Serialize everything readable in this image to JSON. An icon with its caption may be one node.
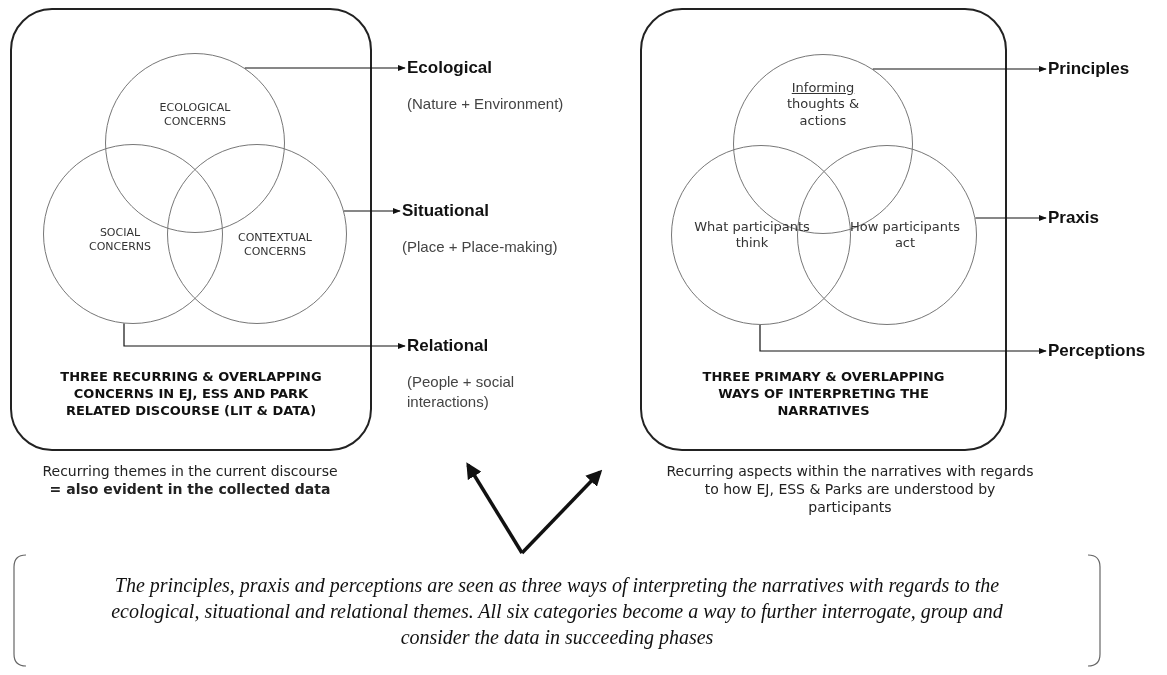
{
  "diagram": {
    "nodes": [
      {
        "text": [
          "THREE RECURRING & OVERLAPPING CONCERNS IN EJ, ESS AND PARK RELATED DISCOURSE (LIT & DATA)"
        ]
      },
      {
        "text": [
          "ECOLOGICAL CONCERNS"
        ],
        "in": 0
      },
      {
        "text": [
          "SOCIAL CONCERNS"
        ],
        "in": 0
      },
      {
        "text": [
          "CONTEXTUAL CONCERNS"
        ],
        "in": 0
      },
      {
        "text": [
          "Ecological",
          "(Nature + Environment)"
        ]
      },
      {
        "text": [
          "Situational",
          "(Place + Place-making)"
        ]
      },
      {
        "text": [
          "Relational",
          "(People + social interactions)"
        ]
      },
      {
        "text": [
          "THREE PRIMARY & OVERLAPPING WAYS OF INTERPRETING THE NARRATIVES"
        ]
      },
      {
        "text": [
          "Informing",
          "thoughts & actions"
        ],
        "in": 7
      },
      {
        "text": [
          "What participants think"
        ],
        "in": 7
      },
      {
        "text": [
          "How participants act"
        ],
        "in": 7
      },
      {
        "text": [
          "Principles"
        ]
      },
      {
        "text": [
          "Praxis"
        ]
      },
      {
        "text": [
          "Perceptions"
        ]
      },
      {
        "text": [
          "The principles, praxis and perceptions are seen as three ways of interpreting the narratives with regards to the ecological, situational and relational themes. All six categories become a way to further interrogate, group and consider the data in succeeding phases"
        ]
      }
    ],
    "edges": [
      {
        "from": 1,
        "to": 4,
        "arrow": "to"
      },
      {
        "from": 3,
        "to": 5,
        "arrow": "to"
      },
      {
        "from": 2,
        "to": 6,
        "arrow": "to"
      },
      {
        "from": 8,
        "to": 11,
        "arrow": "to"
      },
      {
        "from": 10,
        "to": 12,
        "arrow": "to"
      },
      {
        "from": 9,
        "to": 13,
        "arrow": "to"
      },
      {
        "from": 14,
        "to": null,
        "arrow": "to",
        "style": "thick"
      },
      {
        "from": 14,
        "to": null,
        "arrow": "to",
        "style": "thick"
      }
    ],
    "labels": [
      "Recurring themes in the current discourse **= also evident in the collected data**",
      "Recurring aspects within the narratives with regards to how EJ, ESS & Parks are understood by participants"
    ]
  }
}
